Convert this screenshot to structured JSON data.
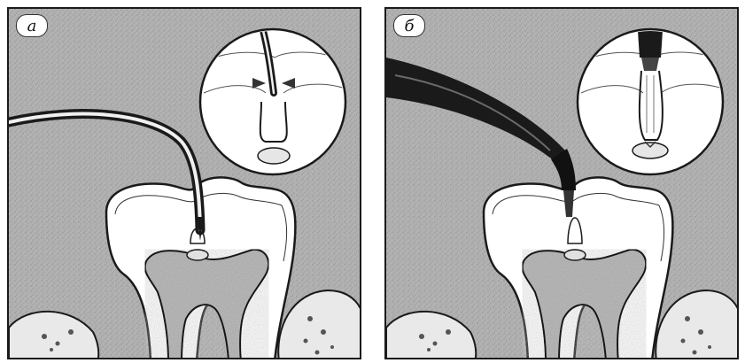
{
  "figure": {
    "panels": [
      {
        "label": "а",
        "instrument": "curved-probe"
      },
      {
        "label": "б",
        "instrument": "handpiece"
      }
    ],
    "colors": {
      "background_texture": "#c9c9c9",
      "tooth_fill": "#ffffff",
      "dentin_fill": "#f4f4f4",
      "pulp_fill": "#bdbdbd",
      "outline": "#1a1a1a"
    }
  }
}
